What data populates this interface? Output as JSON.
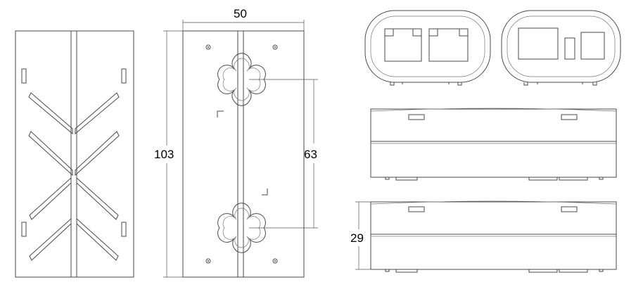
{
  "dimensions": {
    "width": "50",
    "height": "103",
    "hole_spacing": "63",
    "depth": "29"
  },
  "colors": {
    "line": "#4a4a4a",
    "background": "#ffffff"
  }
}
